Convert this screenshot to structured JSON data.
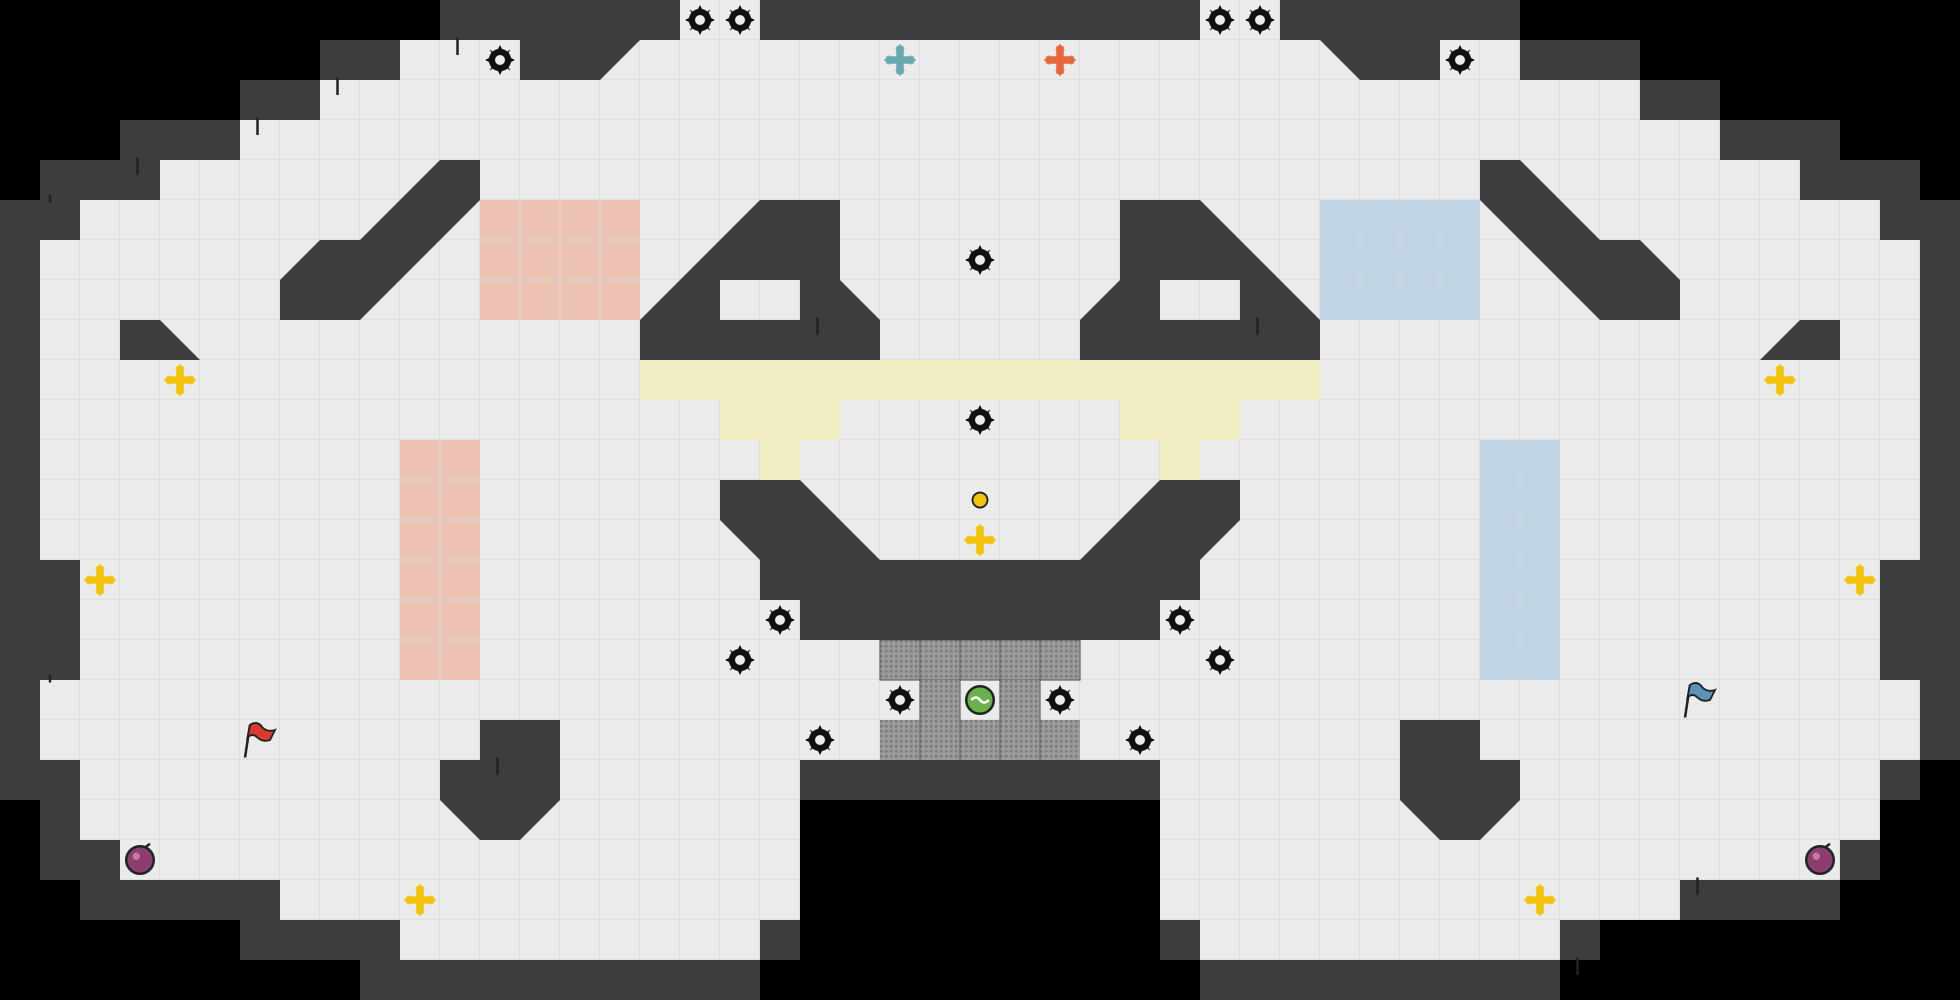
{
  "map": {
    "colors": {
      "background": "#000000",
      "floor": "#ebebec",
      "grid": "#d7d8da",
      "wall": "#3d3d40",
      "red_zone": "#ecc3b2",
      "blue_zone": "#bfd4e5",
      "neutral_zone": "#f0eec0",
      "gate_grille": "#8c8c8f",
      "boost_yellow": "#f5c20b",
      "red_team": "#e8663c",
      "blue_team": "#68aab0",
      "bomb": "#8a3d6e",
      "flag_red": "#d93a2e",
      "flag_blue": "#5b93b5",
      "ball_green": "#6ab04c"
    },
    "objects": [
      {
        "kind": "spike",
        "name": "spike-icon"
      },
      {
        "kind": "boost",
        "name": "speed-boost-icon"
      },
      {
        "kind": "team-boost-blue",
        "name": "blue-team-boost-icon"
      },
      {
        "kind": "team-boost-red",
        "name": "red-team-boost-icon"
      },
      {
        "kind": "bomb",
        "name": "bomb-icon"
      },
      {
        "kind": "flag-red",
        "name": "red-flag-icon"
      },
      {
        "kind": "flag-blue",
        "name": "blue-flag-icon"
      },
      {
        "kind": "powerup",
        "name": "powerup-icon"
      },
      {
        "kind": "button",
        "name": "button-icon"
      }
    ]
  }
}
